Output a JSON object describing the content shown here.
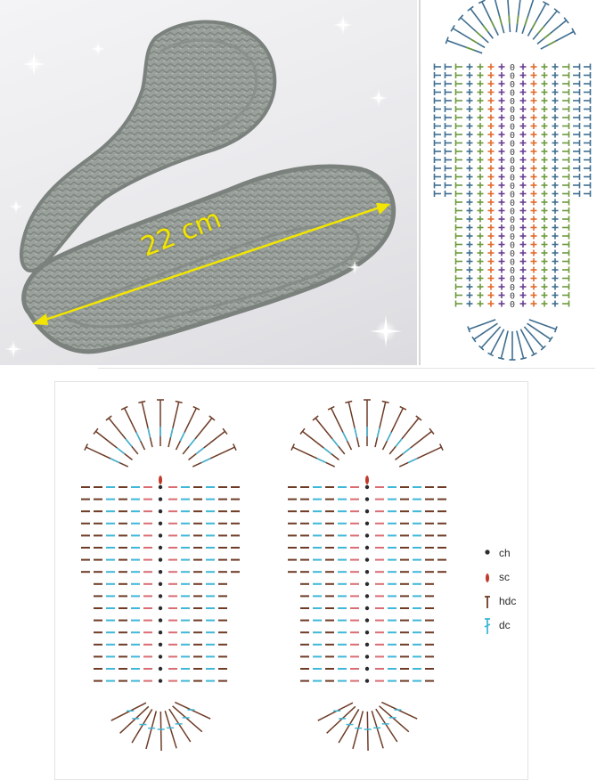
{
  "photo": {
    "measurement_label": "22 cm",
    "yarn_color": "#9aa09b",
    "arrow_color": "#f2e600"
  },
  "chart_top": {
    "colors": [
      "#3f6e90",
      "#6c9a3c",
      "#e26b2c",
      "#6b3f91",
      "#3f3f3f"
    ]
  },
  "chart_bottom": {
    "colors": {
      "ch": "#2b2b2b",
      "sc": "#d96d73",
      "hdc": "#6d3b26",
      "dc": "#3fb7d8"
    },
    "legend": [
      {
        "key": "ch",
        "label": "ch"
      },
      {
        "key": "sc",
        "label": "sc"
      },
      {
        "key": "hdc",
        "label": "hdc"
      },
      {
        "key": "dc",
        "label": "dc"
      }
    ]
  }
}
